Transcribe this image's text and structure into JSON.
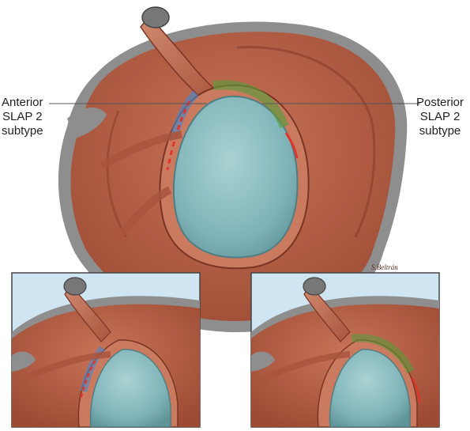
{
  "labels": {
    "anterior": {
      "line1": "Anterior",
      "line2": "SLAP 2",
      "line3": "subtype"
    },
    "posterior": {
      "line1": "Posterior",
      "line2": "SLAP 2",
      "line3": "subtype"
    }
  },
  "signature": "S.Beltrán",
  "colors": {
    "capsule": "#b8614a",
    "capsule_dark": "#7a3424",
    "rim": "#8e8e8e",
    "glenoid": "#7fb3b8",
    "glenoid_light": "#a9d2d4",
    "inset_bg": "#cfe6f2",
    "anterior_tear": "#4a86c8",
    "posterior_tear": "#5a9a3a",
    "red_tear": "#e0352b"
  }
}
